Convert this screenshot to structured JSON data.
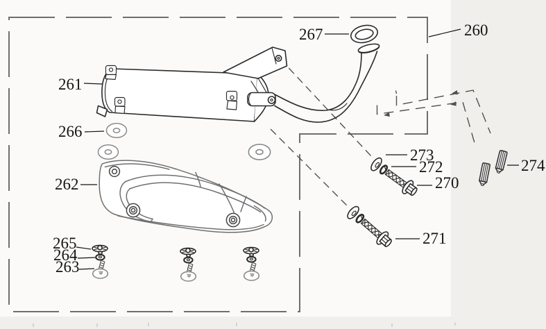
{
  "figure": {
    "kind": "exploded-parts-diagram"
  },
  "callouts": [
    {
      "ref": "260"
    },
    {
      "ref": "261"
    },
    {
      "ref": "262"
    },
    {
      "ref": "263"
    },
    {
      "ref": "264"
    },
    {
      "ref": "265"
    },
    {
      "ref": "266"
    },
    {
      "ref": "267"
    },
    {
      "ref": "270"
    },
    {
      "ref": "271"
    },
    {
      "ref": "272"
    },
    {
      "ref": "273"
    },
    {
      "ref": "274"
    }
  ],
  "colors": {
    "line": "#2a2a2a",
    "border": "#6e6e6e",
    "guide": "#4f4f4f",
    "shield": "#6f6f6f",
    "washer": "#8a8a8a",
    "label": "#141414",
    "background": "#fbfaf9",
    "margin": "#f0efec"
  }
}
